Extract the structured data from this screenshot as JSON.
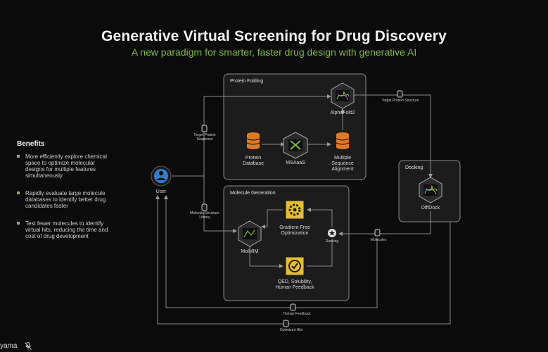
{
  "title": "Generative Virtual Screening for Drug Discovery",
  "subtitle": "A new paradigm for smarter, faster drug design with generative AI",
  "benefits": {
    "heading": "Benefits",
    "items": [
      "More efficiently explore  chemical space to optimize molecular designs for multiple features simultaneously",
      "Rapidly evaluate large molecule databases to identify better drug candidates faster",
      "Test fewer molecules to identify virtual hits, reducing the time and cost of drug development"
    ]
  },
  "panels": {
    "protein_folding": "Protein Folding",
    "molecule_generation": "Molecule Generation",
    "docking": "Docking"
  },
  "nodes": {
    "user": "User",
    "alphafold": "AlphaFold2",
    "protein_db": "Protein Database",
    "msaaas": "MSAaaS",
    "msa": "Multiple Sequence Alignment",
    "diffdock": "DiffDock",
    "molmim": "MolMIM",
    "gradient_free": "Gradient-Free Optimization",
    "qed": "QED, Solubility, Human Feedback",
    "ranking": "Ranking"
  },
  "edge_labels": {
    "target_protein_sequence": "Target Protein Sequence",
    "target_protein_structure": "Target Protein Structure",
    "molecule_structure_library": "Molecule Structure Library",
    "molecules": "Molecules",
    "human_feedback": "Human Feedback",
    "optimized_hits": "Optimized Hits"
  },
  "speaker": "yama",
  "colors": {
    "accent_green": "#7dbb3e",
    "database_orange": "#e07a1f",
    "gear_yellow": "#e8c020",
    "user_blue": "#2a7fd4"
  },
  "icons": {
    "user": "user-icon",
    "database": "database-icon",
    "tools": "tools-icon",
    "gear": "gear-icon",
    "check": "check-icon",
    "star": "star-icon",
    "doc": "document-icon",
    "mic_muted": "mic-muted-icon"
  }
}
